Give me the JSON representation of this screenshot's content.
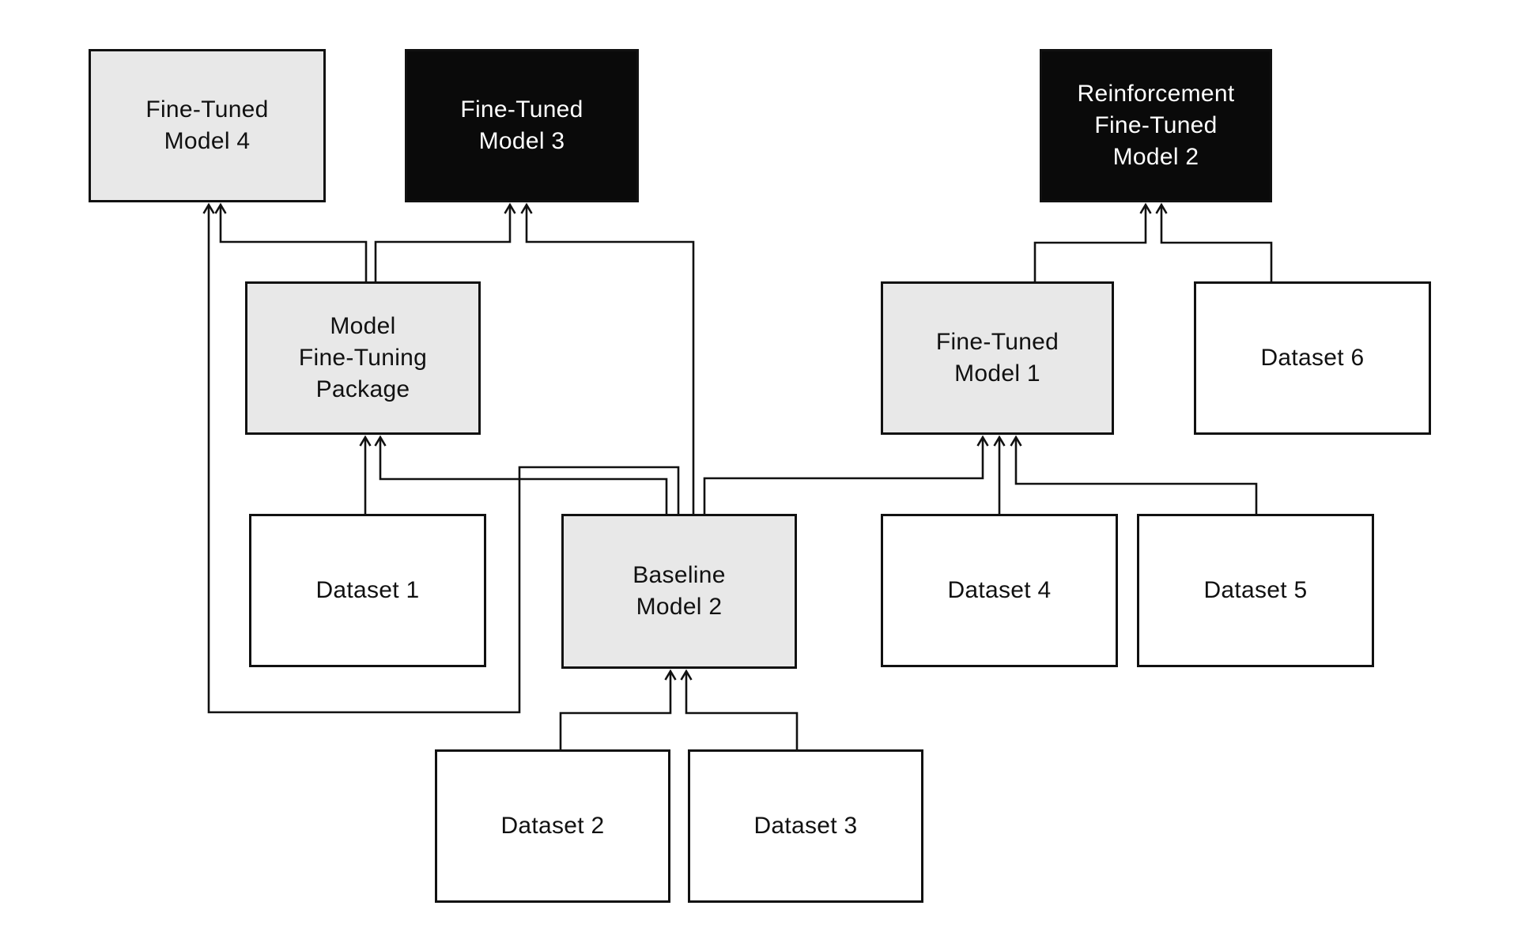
{
  "diagram": {
    "title": "Model and dataset lineage diagram",
    "background": "#ffffff",
    "line_color": "#111111",
    "fills": {
      "gray": "#e8e8e8",
      "black": "#0a0a0a",
      "white": "#ffffff"
    },
    "text_colors": {
      "gray": "#111111",
      "black": "#ffffff",
      "white": "#111111"
    },
    "nodes": [
      {
        "id": "fine-tuned-model-4",
        "label": "Fine-Tuned\nModel 4",
        "variant": "gray"
      },
      {
        "id": "fine-tuned-model-3",
        "label": "Fine-Tuned\nModel 3",
        "variant": "black"
      },
      {
        "id": "reinforcement-fine-tuned-model-2",
        "label": "Reinforcement\nFine-Tuned\nModel 2",
        "variant": "black"
      },
      {
        "id": "model-fine-tuning-package",
        "label": "Model\nFine-Tuning\nPackage",
        "variant": "gray"
      },
      {
        "id": "fine-tuned-model-1",
        "label": "Fine-Tuned\nModel 1",
        "variant": "gray"
      },
      {
        "id": "dataset-6",
        "label": "Dataset 6",
        "variant": "white"
      },
      {
        "id": "dataset-1",
        "label": "Dataset 1",
        "variant": "white"
      },
      {
        "id": "baseline-model-2",
        "label": "Baseline\nModel 2",
        "variant": "gray"
      },
      {
        "id": "dataset-4",
        "label": "Dataset 4",
        "variant": "white"
      },
      {
        "id": "dataset-5",
        "label": "Dataset 5",
        "variant": "white"
      },
      {
        "id": "dataset-2",
        "label": "Dataset 2",
        "variant": "white"
      },
      {
        "id": "dataset-3",
        "label": "Dataset 3",
        "variant": "white"
      }
    ],
    "edges": [
      {
        "from": "model-fine-tuning-package",
        "to": "fine-tuned-model-4"
      },
      {
        "from": "model-fine-tuning-package",
        "to": "fine-tuned-model-3"
      },
      {
        "from": "baseline-model-2",
        "to": "fine-tuned-model-3"
      },
      {
        "from": "baseline-model-2",
        "to": "fine-tuned-model-4"
      },
      {
        "from": "baseline-model-2",
        "to": "model-fine-tuning-package"
      },
      {
        "from": "dataset-1",
        "to": "model-fine-tuning-package"
      },
      {
        "from": "baseline-model-2",
        "to": "fine-tuned-model-1"
      },
      {
        "from": "dataset-4",
        "to": "fine-tuned-model-1"
      },
      {
        "from": "dataset-5",
        "to": "fine-tuned-model-1"
      },
      {
        "from": "fine-tuned-model-1",
        "to": "reinforcement-fine-tuned-model-2"
      },
      {
        "from": "dataset-6",
        "to": "reinforcement-fine-tuned-model-2"
      },
      {
        "from": "dataset-2",
        "to": "baseline-model-2"
      },
      {
        "from": "dataset-3",
        "to": "baseline-model-2"
      }
    ]
  }
}
